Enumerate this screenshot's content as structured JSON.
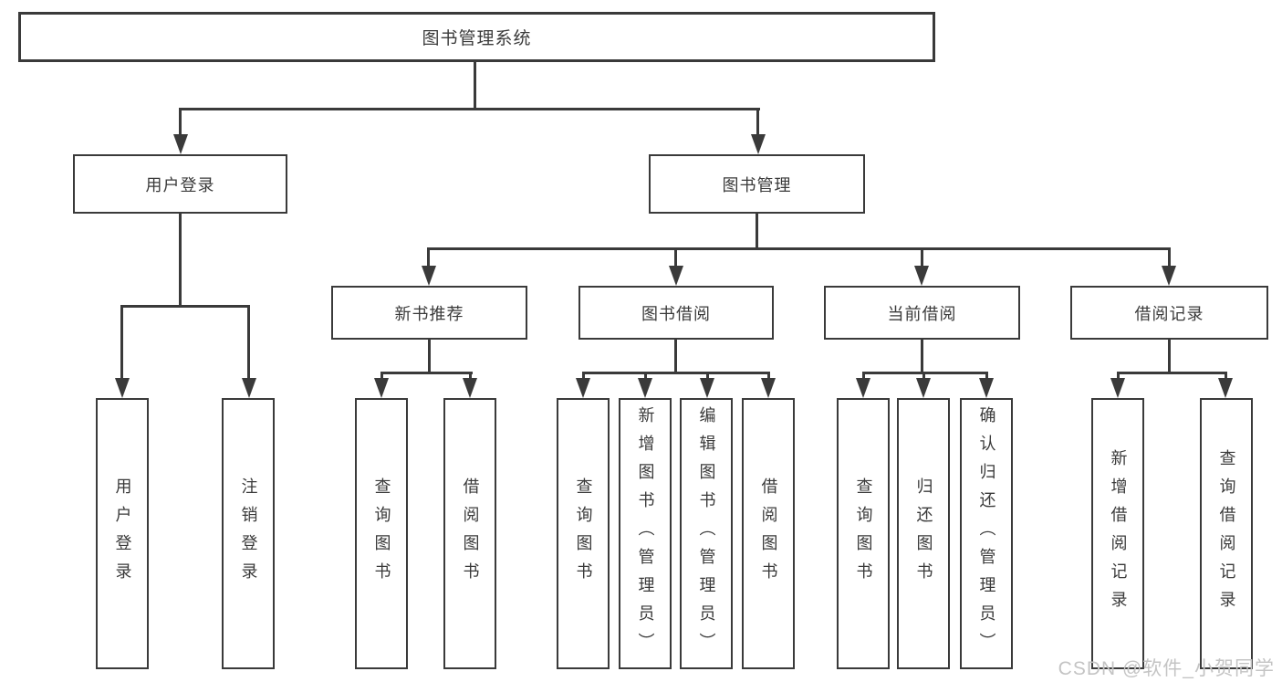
{
  "diagram": {
    "root": {
      "label": "图书管理系统"
    },
    "level2": [
      {
        "id": "user-login",
        "label": "用户登录"
      },
      {
        "id": "book-management",
        "label": "图书管理"
      }
    ],
    "level3": [
      {
        "id": "new-book-recommend",
        "label": "新书推荐"
      },
      {
        "id": "book-borrow",
        "label": "图书借阅"
      },
      {
        "id": "current-borrow",
        "label": "当前借阅"
      },
      {
        "id": "borrow-records",
        "label": "借阅记录"
      }
    ],
    "leaves": {
      "user_login": [
        "用户登录",
        "注销登录"
      ],
      "new_book_recommend": [
        "查询图书",
        "借阅图书"
      ],
      "book_borrow": [
        "查询图书",
        "新增图书（管理员）",
        "编辑图书（管理员）",
        "借阅图书"
      ],
      "current_borrow": [
        "查询图书",
        "归还图书",
        "确认归还（管理员）"
      ],
      "borrow_records": [
        "新增借阅记录",
        "查询借阅记录"
      ]
    }
  },
  "watermark": "CSDN @软件_小贺同学",
  "colors": {
    "line": "#3a3a3a",
    "text": "#3a3a3a",
    "background": "#ffffff",
    "box_fill": "#ffffff",
    "watermark": "#c4c4c4"
  }
}
